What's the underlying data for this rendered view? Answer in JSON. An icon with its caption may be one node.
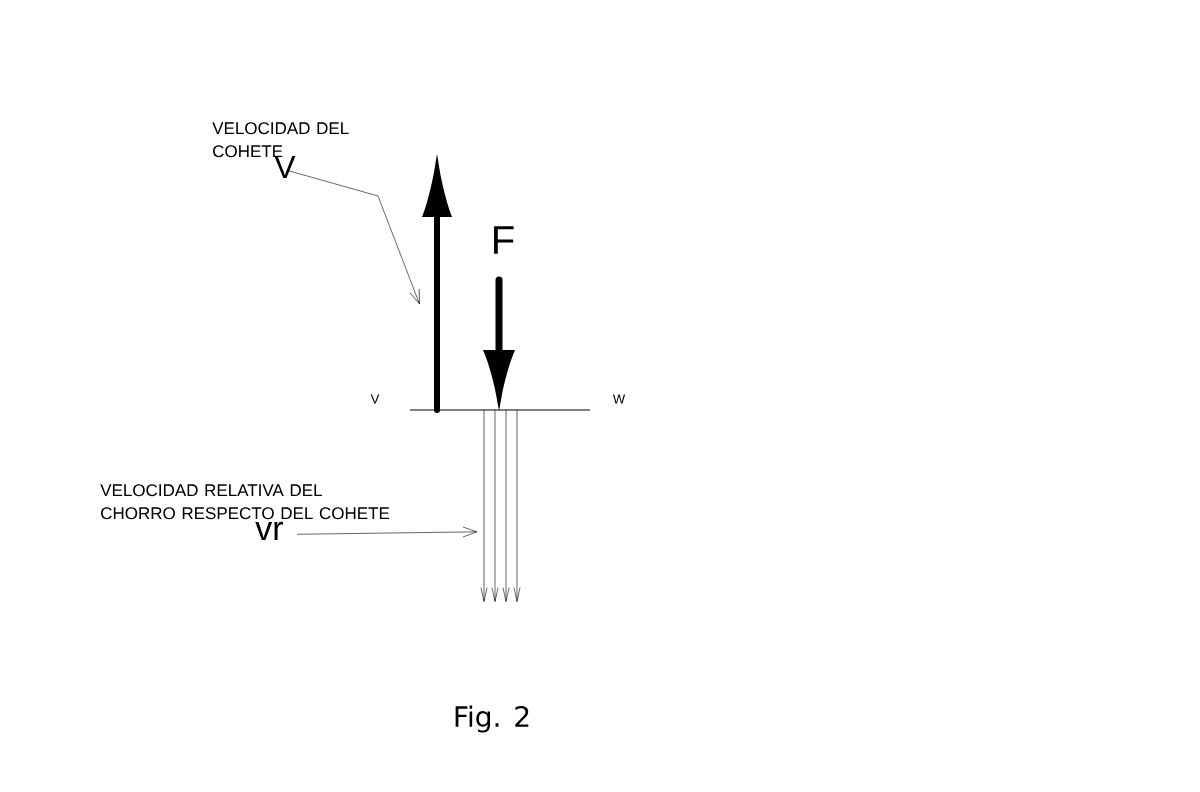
{
  "diagram": {
    "caption": "Fig. 2",
    "nodes": [
      {
        "text": [
          "VELOCIDAD DEL COHETE",
          "V"
        ]
      },
      {
        "text": [],
        "shape": "arrow"
      },
      {
        "text": [],
        "shape": "arrow",
        "beside": [
          "F"
        ]
      },
      {
        "text": [
          "VELOCIDAD RELATIVA DEL CHORRO RESPECTO DEL COHETE",
          "vr"
        ]
      },
      {
        "text": [],
        "shape": "arrows"
      }
    ],
    "edges": [
      {
        "from": 0,
        "to": 1,
        "arrow": "to"
      },
      {
        "from": 3,
        "to": 4,
        "arrow": "to"
      }
    ],
    "labels": [
      "V",
      "W"
    ]
  }
}
